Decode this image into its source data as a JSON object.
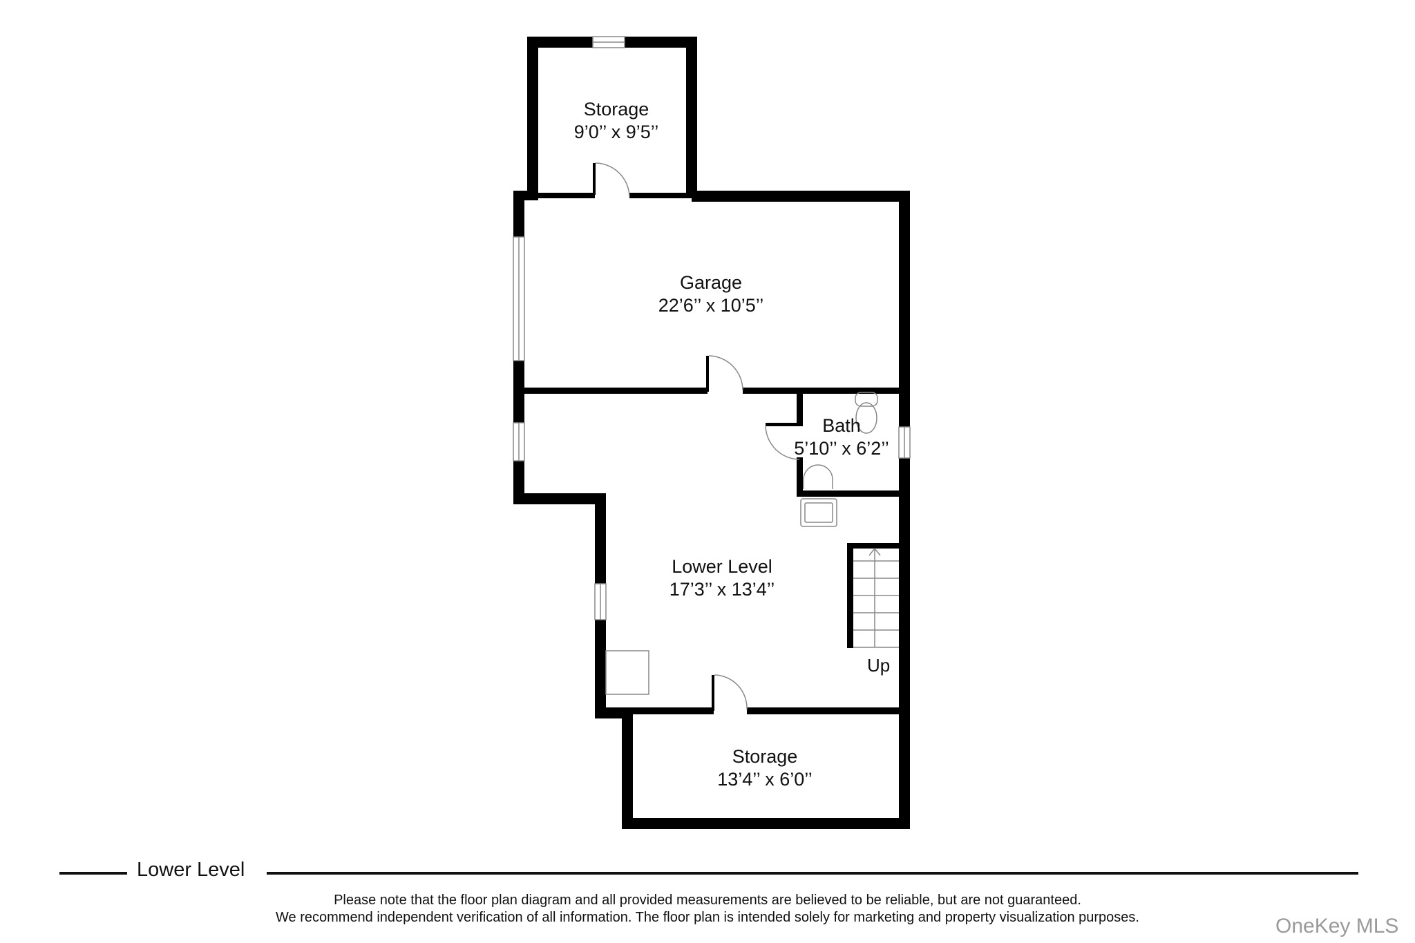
{
  "plan": {
    "level_title": "Lower Level",
    "rooms": [
      {
        "name": "Storage",
        "dimensions": "9’0’’ x 9’5’’"
      },
      {
        "name": "Garage",
        "dimensions": "22’6’’ x 10’5’’"
      },
      {
        "name": "Bath",
        "dimensions": "5’10’’ x 6’2’’"
      },
      {
        "name": "Lower Level",
        "dimensions": "17’3’’ x 13’4’’"
      },
      {
        "name": "Storage",
        "dimensions": "13’4’’ x 6’0’’"
      }
    ],
    "stairs_label": "Up"
  },
  "footer": {
    "disclaimer_line1": "Please note that the floor plan diagram and all provided measurements are believed to be reliable, but are not guaranteed.",
    "disclaimer_line2": "We recommend independent verification of all information. The floor plan is intended solely for marketing and property visualization purposes.",
    "watermark": "OneKey MLS"
  },
  "colors": {
    "wall": "#000000",
    "fixture_line": "#888888",
    "watermark": "#9a9a9a"
  }
}
